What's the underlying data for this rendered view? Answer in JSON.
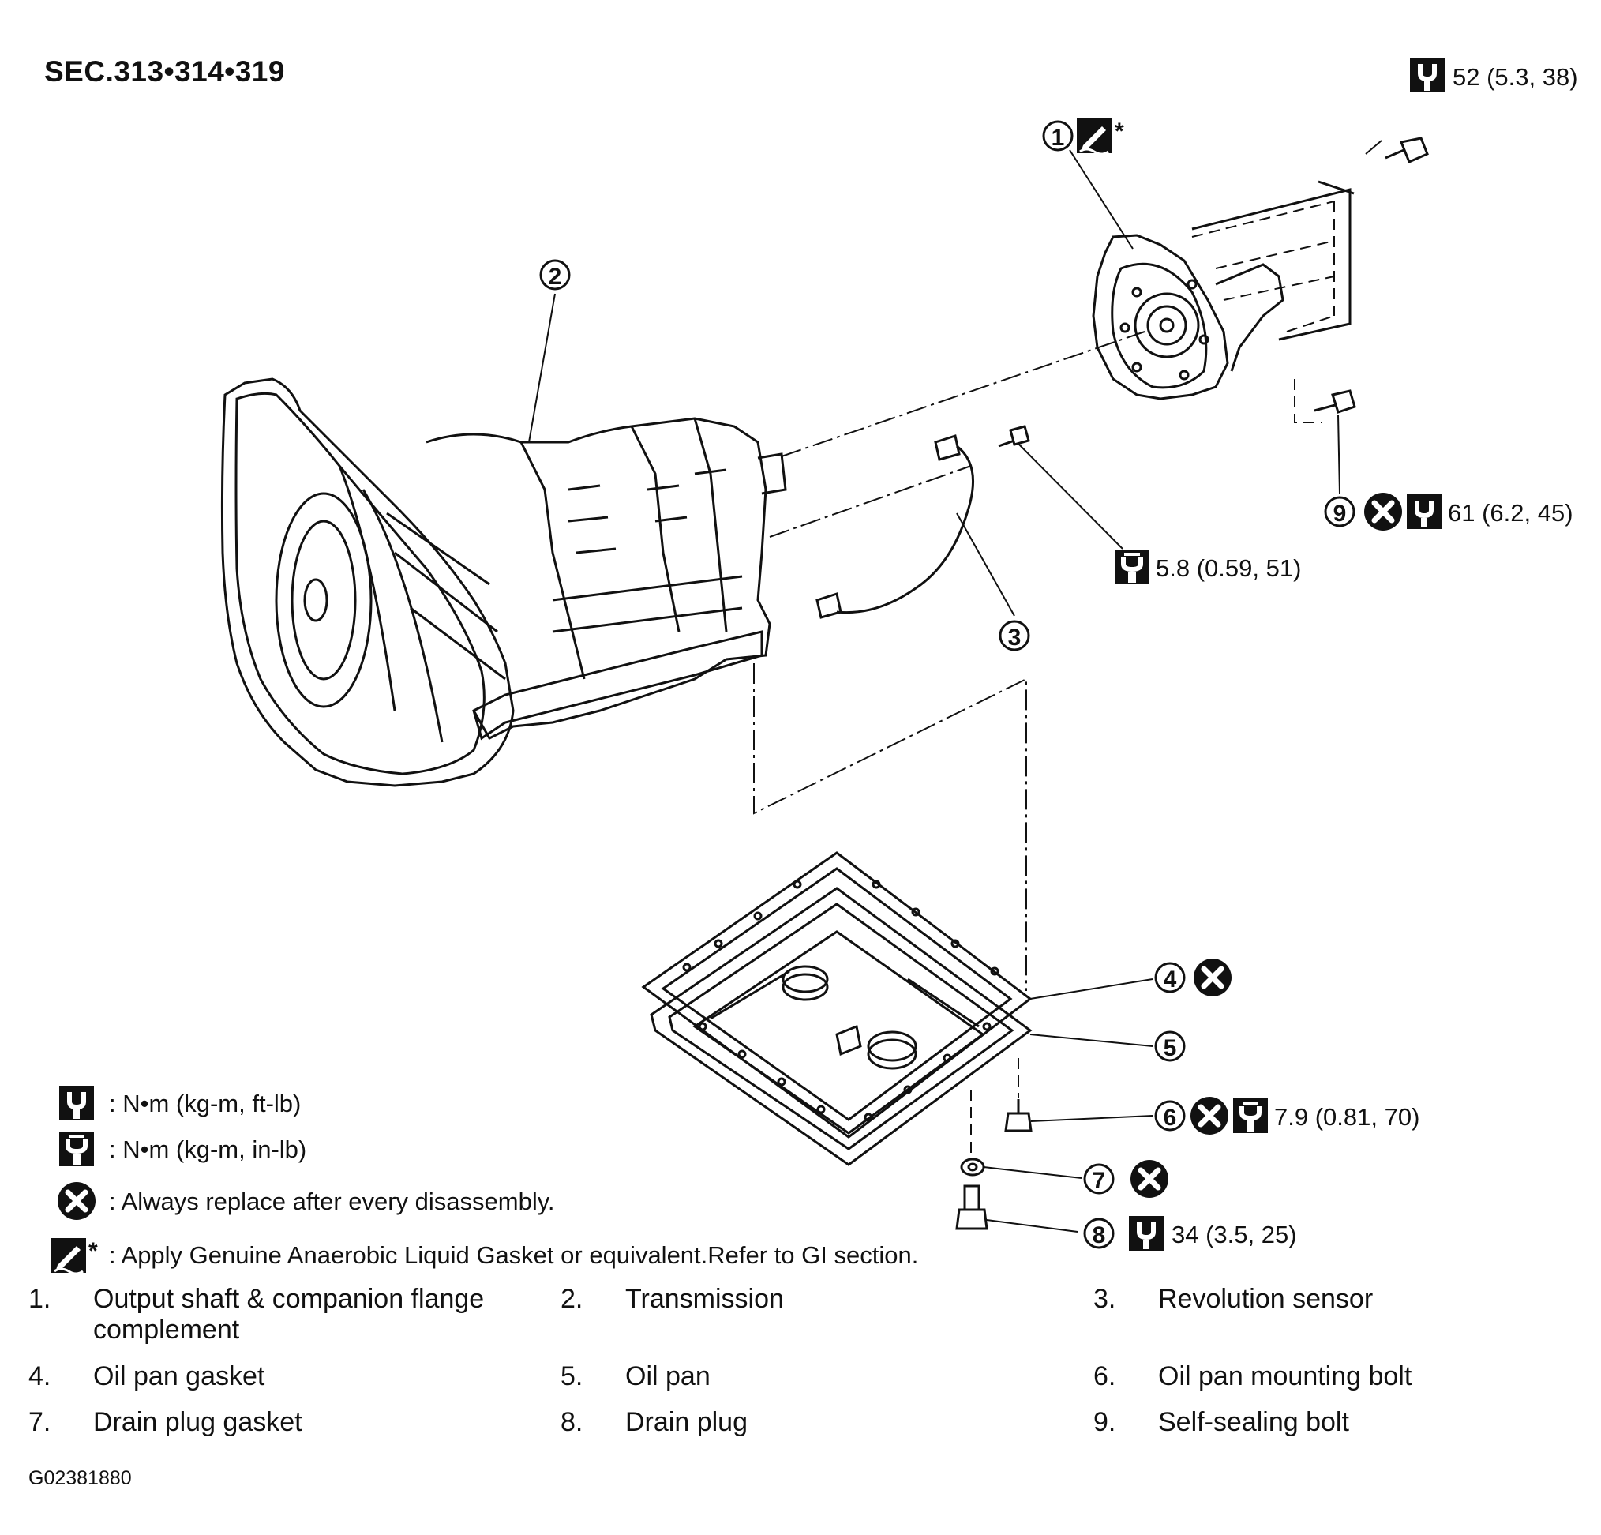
{
  "section": "SEC.313•314•319",
  "callouts": [
    {
      "num": "1",
      "symbols": "gasket-star"
    },
    {
      "num": "2"
    },
    {
      "num": "3"
    },
    {
      "num": "4",
      "symbols": "replace"
    },
    {
      "num": "5"
    },
    {
      "num": "6",
      "symbols": "replace + torque-in-lb",
      "torque": "7.9 (0.81, 70)"
    },
    {
      "num": "7",
      "symbols": "replace"
    },
    {
      "num": "8",
      "symbols": "torque-ft-lb",
      "torque": "34 (3.5, 25)"
    },
    {
      "num": "9",
      "symbols": "replace + torque-ft-lb",
      "torque": "61 (6.2, 45)"
    }
  ],
  "torque_labels": {
    "top_bolt": "52 (5.3, 38)",
    "sensor_bolt": "5.8 (0.59, 51)",
    "self_sealing_bolt": "61 (6.2, 45)",
    "mounting_bolt": "7.9 (0.81, 70)",
    "drain_plug": "34 (3.5, 25)"
  },
  "legend": {
    "ft_lb": ": N•m  (kg-m,  ft-lb)",
    "in_lb": ": N•m  (kg-m,  in-lb)",
    "replace": ": Always replace after every disassembly.",
    "gasket_star": "*",
    "gasket": ": Apply Genuine Anaerobic Liquid Gasket or equivalent.Refer to GI section."
  },
  "parts": [
    {
      "num": "1.",
      "name": "Output shaft & companion flange",
      "name2": "complement"
    },
    {
      "num": "2.",
      "name": "Transmission"
    },
    {
      "num": "3.",
      "name": "Revolution sensor"
    },
    {
      "num": "4.",
      "name": "Oil pan gasket"
    },
    {
      "num": "5.",
      "name": "Oil pan"
    },
    {
      "num": "6.",
      "name": "Oil pan mounting bolt"
    },
    {
      "num": "7.",
      "name": "Drain plug gasket"
    },
    {
      "num": "8.",
      "name": "Drain plug"
    },
    {
      "num": "9.",
      "name": "Self-sealing bolt"
    }
  ],
  "figure_id": "G02381880",
  "icons": [
    "torque-wrench-icon",
    "torque-wrench-inlb-icon",
    "replace-x-icon",
    "liquid-gasket-icon"
  ]
}
